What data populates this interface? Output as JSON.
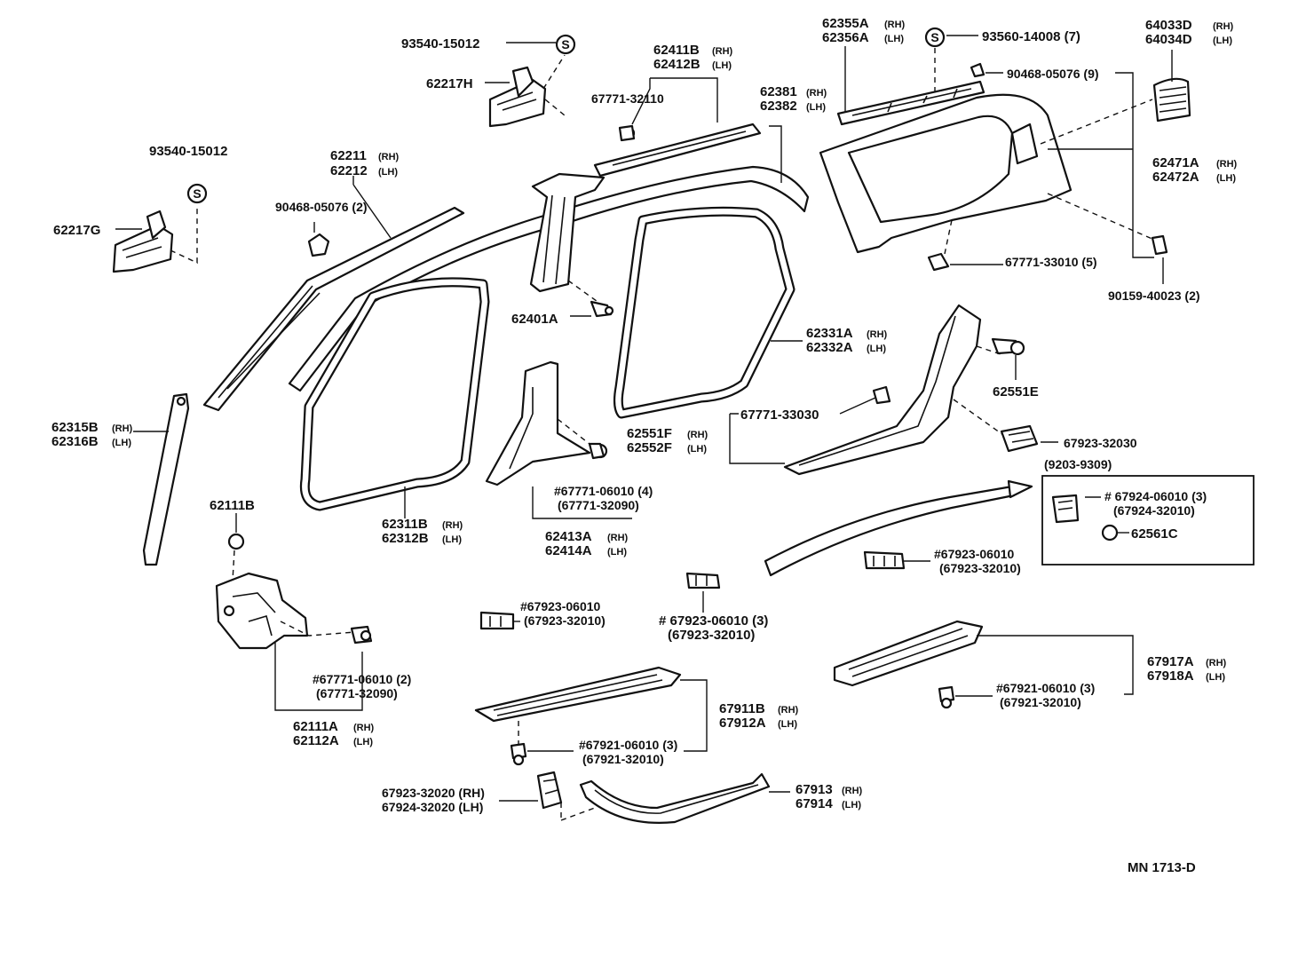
{
  "diagram_code": "MN 1713-D",
  "suffix": {
    "rh": "(RH)",
    "lh": "(LH)"
  },
  "labels": {
    "l93540a": "93540-15012",
    "l62217h": "62217H",
    "l93540b": "93540-15012",
    "l62217g": "62217G",
    "l62211": "62211",
    "l62212": "62212",
    "l90468a": "90468-05076 (2)",
    "l62411b": "62411B",
    "l62412b": "62412B",
    "l67771_32110": "67771-32110",
    "l62381": "62381",
    "l62382": "62382",
    "l62355a": "62355A",
    "l62356a": "62356A",
    "l93560": "93560-14008 (7)",
    "l90468b": "90468-05076 (9)",
    "l64033d": "64033D",
    "l64034d": "64034D",
    "l62471a": "62471A",
    "l62472a": "62472A",
    "l67771_33010": "67771-33010 (5)",
    "l90159": "90159-40023 (2)",
    "l62401a": "62401A",
    "l62331a": "62331A",
    "l62332a": "62332A",
    "l62551e": "62551E",
    "l62315b": "62315B",
    "l62316b": "62316B",
    "l67771_33030": "67771-33030",
    "l62551f": "62551F",
    "l62552f": "62552F",
    "l67923_32030": "67923-32030",
    "l9203": "(9203-9309)",
    "l67924_06010": "# 67924-06010 (3)",
    "l67924_32010": "(67924-32010)",
    "l62561c": "62561C",
    "l67771_06010a": "#67771-06010 (4)",
    "l67771_32090a": "(67771-32090)",
    "l62413a": "62413A",
    "l62414a": "62414A",
    "l62111b": "62111B",
    "l62311b": "62311B",
    "l62312b": "62312B",
    "l67923_06010r": "#67923-06010",
    "l67923_32010r": "(67923-32010)",
    "l67923_06010l": "#67923-06010",
    "l67923_32010l": "(67923-32010)",
    "l67923_06010c": "# 67923-06010 (3)",
    "l67923_32010c": "(67923-32010)",
    "l67771_06010b": "#67771-06010 (2)",
    "l67771_32090b": "(67771-32090)",
    "l62111a": "62111A",
    "l62112a": "62112A",
    "l67911b": "67911B",
    "l67912a": "67912A",
    "l67921_06010a": "#67921-06010 (3)",
    "l67921_32010a": "(67921-32010)",
    "l67917a": "67917A",
    "l67918a": "67918A",
    "l67921_06010b": "#67921-06010 (3)",
    "l67921_32010b": "(67921-32010)",
    "l67923_32020": "67923-32020 (RH)",
    "l67924_32020": "67924-32020 (LH)",
    "l67913": "67913",
    "l67914": "67914"
  },
  "symbols": {
    "s_mark": "S"
  }
}
